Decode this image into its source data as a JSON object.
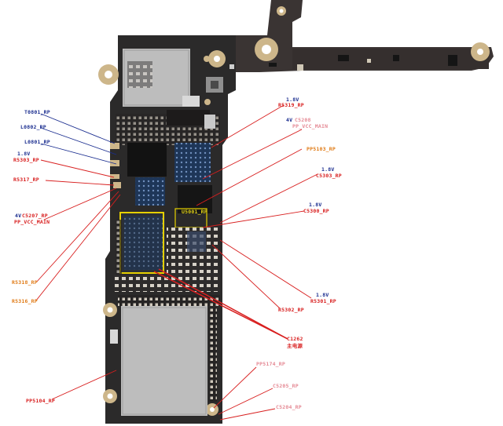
{
  "diagram": {
    "colors": {
      "board": "#2b2a2a",
      "flex": "#3a3433",
      "gold": "#cdb68a",
      "shield": "#bdbdbd",
      "chip": "#121212",
      "blue_chip": "#2d4a73",
      "label_blue": "#1a2d8f",
      "label_red": "#d81e1e",
      "label_orange": "#e07b16",
      "label_pink": "#e58a95",
      "label_yellow": "#e2d21a",
      "callout_yellow": "#e6d000"
    },
    "labels": [
      {
        "id": "t0801",
        "text": "T0801_RP",
        "color": "blue"
      },
      {
        "id": "l0802",
        "text": "L0802_RP",
        "color": "blue"
      },
      {
        "id": "l0801",
        "text": "L0801_RP",
        "color": "blue"
      },
      {
        "id": "r5303-v",
        "text": "1.8V",
        "color": "blue"
      },
      {
        "id": "r5303",
        "text": "R5303_RP",
        "color": "red"
      },
      {
        "id": "r5317",
        "text": "R5317_RP",
        "color": "red"
      },
      {
        "id": "c5207-v",
        "text": "4V",
        "color": "blue"
      },
      {
        "id": "c5207",
        "text": "C5207_RP",
        "color": "red"
      },
      {
        "id": "pp-vcc-main-left",
        "text": "PP_VCC_MAIN",
        "color": "red"
      },
      {
        "id": "r5318",
        "text": "R5318_RP",
        "color": "orange"
      },
      {
        "id": "r5316",
        "text": "R5316_RP",
        "color": "orange"
      },
      {
        "id": "pp5104",
        "text": "PP5104_RP",
        "color": "red"
      },
      {
        "id": "r5319-v",
        "text": "1.8V",
        "color": "blue"
      },
      {
        "id": "r5319",
        "text": "R5319_RP",
        "color": "red"
      },
      {
        "id": "c5208-v",
        "text": "4V",
        "color": "blue"
      },
      {
        "id": "c5208",
        "text": "C5208",
        "color": "pink"
      },
      {
        "id": "pp-vcc-main-right",
        "text": "PP_VCC_MAIN",
        "color": "pink"
      },
      {
        "id": "pp5103",
        "text": "PP5103_RP",
        "color": "orange"
      },
      {
        "id": "c5303-v",
        "text": "1.8V",
        "color": "blue"
      },
      {
        "id": "c5303",
        "text": "C5303_RP",
        "color": "red"
      },
      {
        "id": "u5001",
        "text": "U5001_RP",
        "color": "yellow"
      },
      {
        "id": "c5300-v",
        "text": "1.8V",
        "color": "blue"
      },
      {
        "id": "c5300",
        "text": "C5300_RP",
        "color": "red"
      },
      {
        "id": "r5301-v",
        "text": "1.8V",
        "color": "blue"
      },
      {
        "id": "r5301",
        "text": "R5301_RP",
        "color": "red"
      },
      {
        "id": "r5302",
        "text": "R5302_RP",
        "color": "red"
      },
      {
        "id": "c1262",
        "text": "C1262",
        "color": "red"
      },
      {
        "id": "c1262-note",
        "text": "主电源",
        "color": "red"
      },
      {
        "id": "pp5174",
        "text": "PP5174_RP",
        "color": "pink"
      },
      {
        "id": "c5205",
        "text": "C5205_RP",
        "color": "pink"
      },
      {
        "id": "c5204",
        "text": "C5204_RP",
        "color": "pink"
      }
    ]
  }
}
